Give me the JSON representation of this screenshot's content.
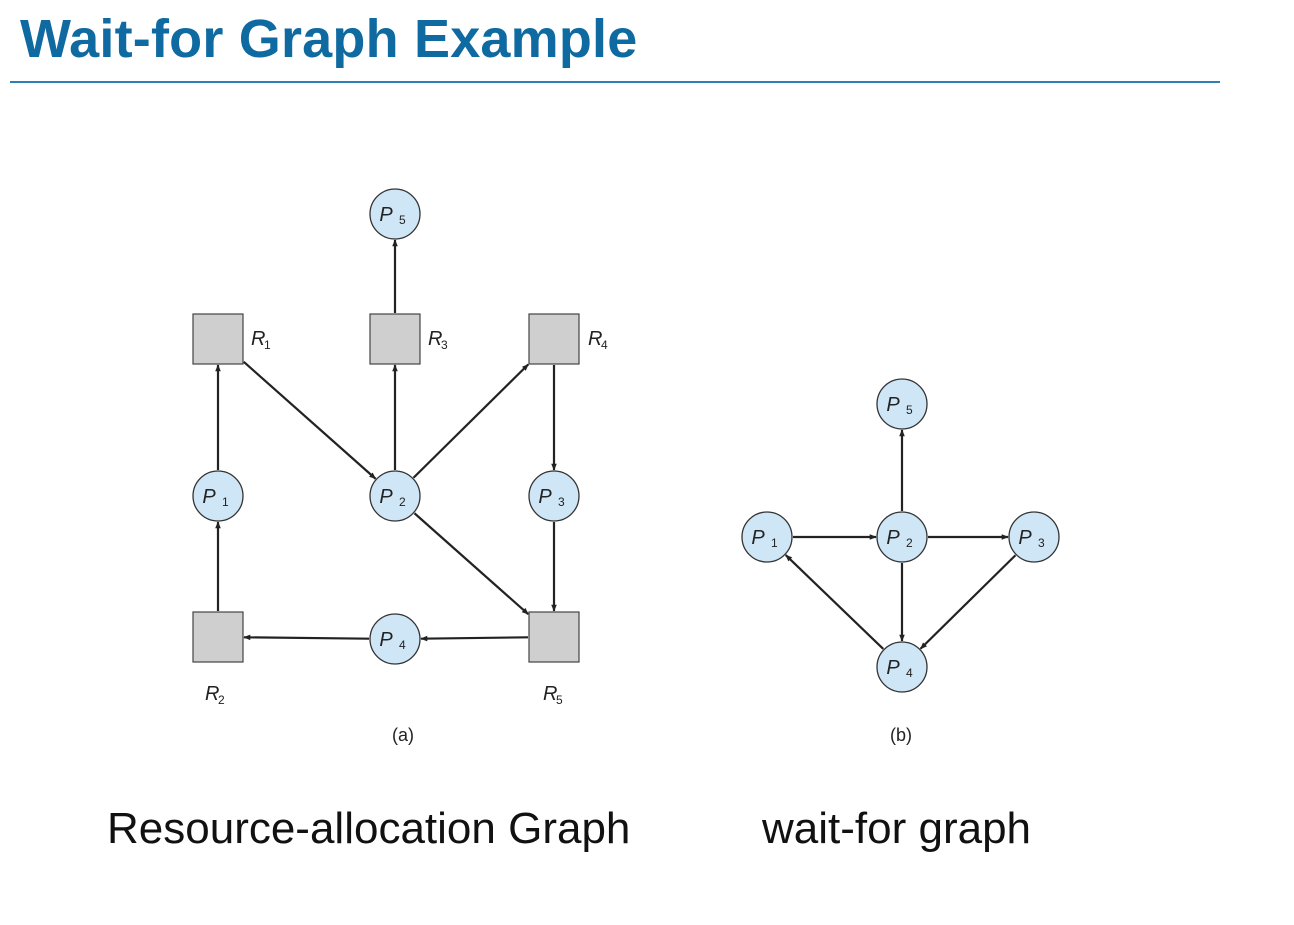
{
  "title": "Wait-for Graph Example",
  "graph_a": {
    "caption": "(a)",
    "processes": [
      {
        "id": "P1",
        "letter": "P",
        "sub": "1"
      },
      {
        "id": "P2",
        "letter": "P",
        "sub": "2"
      },
      {
        "id": "P3",
        "letter": "P",
        "sub": "3"
      },
      {
        "id": "P4",
        "letter": "P",
        "sub": "4"
      },
      {
        "id": "P5",
        "letter": "P",
        "sub": "5"
      }
    ],
    "resources": [
      {
        "id": "R1",
        "letter": "R",
        "sub": "1"
      },
      {
        "id": "R2",
        "letter": "R",
        "sub": "2"
      },
      {
        "id": "R3",
        "letter": "R",
        "sub": "3"
      },
      {
        "id": "R4",
        "letter": "R",
        "sub": "4"
      },
      {
        "id": "R5",
        "letter": "R",
        "sub": "5"
      }
    ],
    "edges": [
      {
        "from": "R1",
        "to": "P2"
      },
      {
        "from": "P2",
        "to": "R3"
      },
      {
        "from": "R3",
        "to": "P5"
      },
      {
        "from": "P2",
        "to": "R4"
      },
      {
        "from": "R4",
        "to": "P3"
      },
      {
        "from": "P2",
        "to": "R5"
      },
      {
        "from": "P3",
        "to": "R5"
      },
      {
        "from": "R5",
        "to": "P4"
      },
      {
        "from": "P4",
        "to": "R2"
      },
      {
        "from": "R2",
        "to": "P1"
      },
      {
        "from": "P1",
        "to": "R1"
      }
    ]
  },
  "graph_b": {
    "caption": "(b)",
    "processes": [
      {
        "id": "P1",
        "letter": "P",
        "sub": "1"
      },
      {
        "id": "P2",
        "letter": "P",
        "sub": "2"
      },
      {
        "id": "P3",
        "letter": "P",
        "sub": "3"
      },
      {
        "id": "P4",
        "letter": "P",
        "sub": "4"
      },
      {
        "id": "P5",
        "letter": "P",
        "sub": "5"
      }
    ],
    "edges": [
      {
        "from": "P1",
        "to": "P2"
      },
      {
        "from": "P2",
        "to": "P3"
      },
      {
        "from": "P2",
        "to": "P5"
      },
      {
        "from": "P2",
        "to": "P4"
      },
      {
        "from": "P3",
        "to": "P4"
      },
      {
        "from": "P4",
        "to": "P1"
      }
    ]
  },
  "captions": {
    "left": "Resource-allocation Graph",
    "right": "wait-for graph"
  },
  "colors": {
    "title": "#0e6aa0",
    "process_fill": "#cfe6f7",
    "resource_fill": "#cfcfcf",
    "edge": "#222222"
  }
}
